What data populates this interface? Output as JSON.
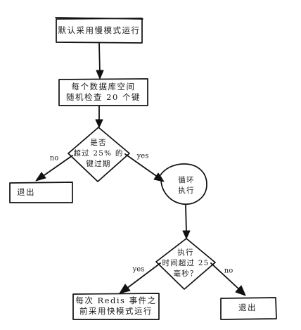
{
  "nodes": {
    "start": {
      "line1": "默认采用慢模式运行"
    },
    "sample": {
      "line1": "每个数据库空间",
      "line2": "随机检查 20 个键"
    },
    "check_expired": {
      "line1": "是否",
      "line2": "超过 25% 的",
      "line3": "键过期"
    },
    "exit_left": {
      "line1": "退出"
    },
    "loop": {
      "line1": "循环",
      "line2": "执行"
    },
    "check_time": {
      "line1": "执行",
      "line2": "时间超过 25",
      "line3": "毫秒？"
    },
    "fast_mode": {
      "line1": "每次 Redis 事件之",
      "line2": "前采用快模式运行"
    },
    "exit_right": {
      "line1": "退出"
    }
  },
  "edges": {
    "expired_no": "no",
    "expired_yes": "yes",
    "time_yes": "yes",
    "time_no": "no"
  }
}
